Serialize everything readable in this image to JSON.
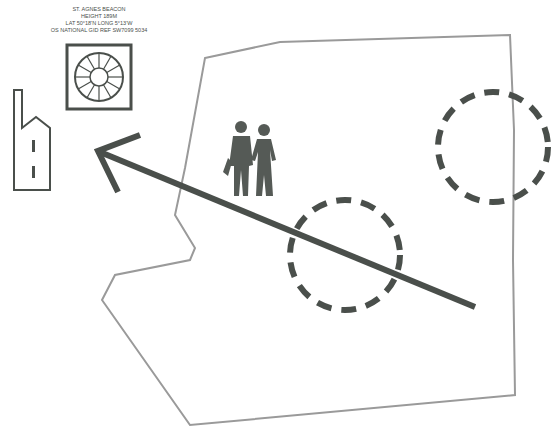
{
  "diagram": {
    "nodes": [
      {
        "text": [
          "ST. AGNES BEACON",
          "HEIGHT 189M",
          "LAT 50°18'N LONG 5°13'W",
          "OS NATIONAL GID REF SW7099 5034"
        ]
      }
    ]
  }
}
